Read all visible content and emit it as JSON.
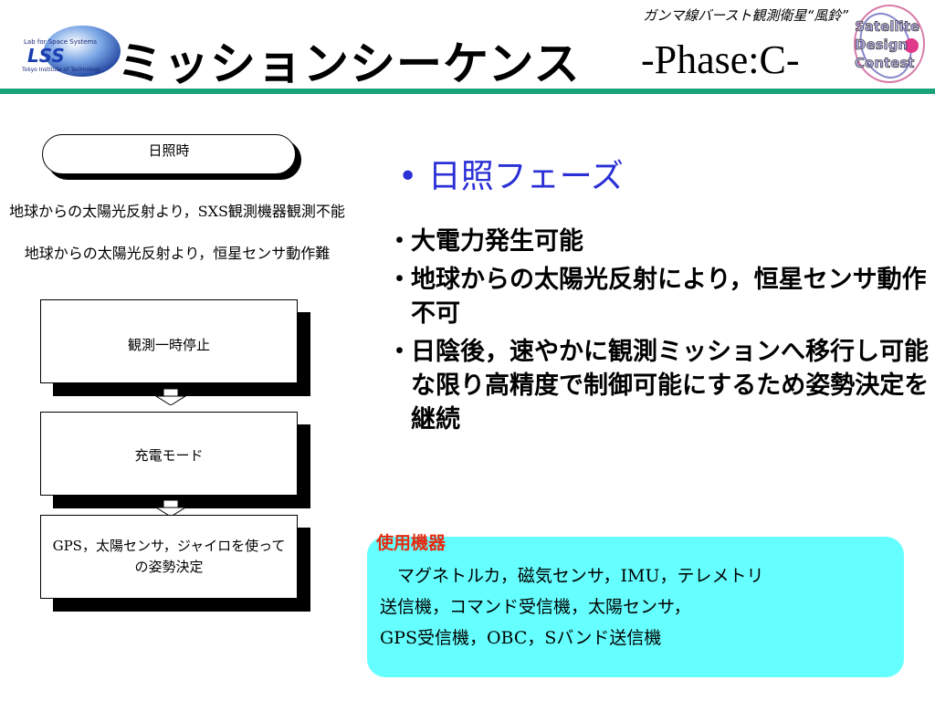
{
  "header": {
    "caption": "ガンマ線バースト観測衛星“風鈴”",
    "title": "ミッションシーケンス",
    "phase": "-Phase:C-",
    "logo_lss": {
      "line1": "Lab for Space Systems",
      "abbr": "LSS",
      "line2": "Tokyo Institute of Technology"
    },
    "contest_logo": [
      "Satellite",
      "Design",
      "Contest"
    ],
    "rule_color": "#1aa37a"
  },
  "flow": {
    "state_label": "日照時",
    "notes": [
      "地球からの太陽光反射より，SXS観測機器観測不能",
      "地球からの太陽光反射より，恒星センサ動作難"
    ],
    "steps": [
      "観測一時停止",
      "充電モード",
      "GPS，太陽センサ，ジャイロを使っての姿勢決定"
    ]
  },
  "section": {
    "bullet": "•",
    "heading": "日照フェーズ",
    "heading_color": "#2a2fd6",
    "items_marker": "・",
    "items": [
      "大電力発生可能",
      "地球からの太陽光反射により，恒星センサ動作不可",
      "日陰後，速やかに観測ミッションへ移行し可能な限り高精度で制御可能にするため姿勢決定を継続"
    ]
  },
  "equipment": {
    "label": "使用機器",
    "lines": [
      "　マグネトルカ，磁気センサ，IMU，テレメトリ",
      "送信機，コマンド受信機，太陽センサ，",
      "GPS受信機，OBC，Sバンド送信機"
    ],
    "panel_color": "#66ffff",
    "label_color": "#e62a10"
  }
}
